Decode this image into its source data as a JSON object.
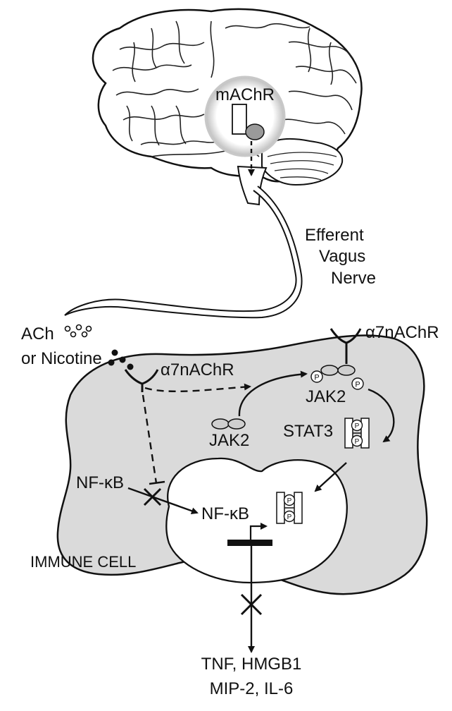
{
  "labels": {
    "machr": "mAChR",
    "efferent": "Efferent",
    "vagus": "Vagus",
    "nerve": "Nerve",
    "ach": "ACh",
    "or_nicotine": "or Nicotine",
    "a7_left": "α7nAChR",
    "a7_right": "α7nAChR",
    "jak2_left": "JAK2",
    "jak2_top": "JAK2",
    "stat3": "STAT3",
    "nfkb_cyto": "NF-κB",
    "nfkb_nucleus": "NF-κB",
    "immune_cell": "IMMUNE CELL",
    "outputs_line1": "TNF, HMGB1",
    "outputs_line2": "MIP-2, IL-6"
  },
  "phospho": "P",
  "colors": {
    "cell_fill": "#dadada",
    "outline": "#111111",
    "glow": "#d9d9d9",
    "receptor_ball": "#9a9a9a",
    "jak_fill": "#cfcfcf"
  }
}
